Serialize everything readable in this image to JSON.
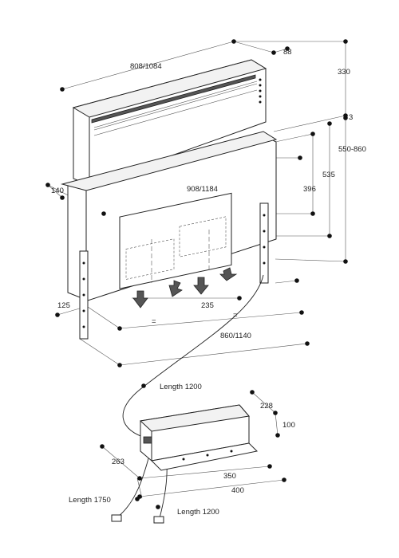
{
  "dimensions": {
    "top_width": "808/1084",
    "top_depth": "88",
    "height_raised": "330",
    "top_offset": "3",
    "total_height": "550-860",
    "frame_width": "908/1184",
    "body_height_396": "396",
    "body_height_535": "535",
    "frame_depth": "140",
    "bracket_offset": "125",
    "center_offset": "235",
    "equal_mark": "=",
    "equal_mark_2": "=",
    "base_width": "860/1140",
    "motor_cable": "Length 1200",
    "box_depth": "228",
    "box_height": "100",
    "box_cable_offset": "263",
    "box_width_inner": "350",
    "box_width_outer": "400",
    "power_cable": "Length 1750",
    "control_cable": "Length 1200"
  },
  "colors": {
    "line": "#222222",
    "dimension": "#555555",
    "fill_light": "#f2f2f2",
    "fill_dark": "#555555"
  }
}
